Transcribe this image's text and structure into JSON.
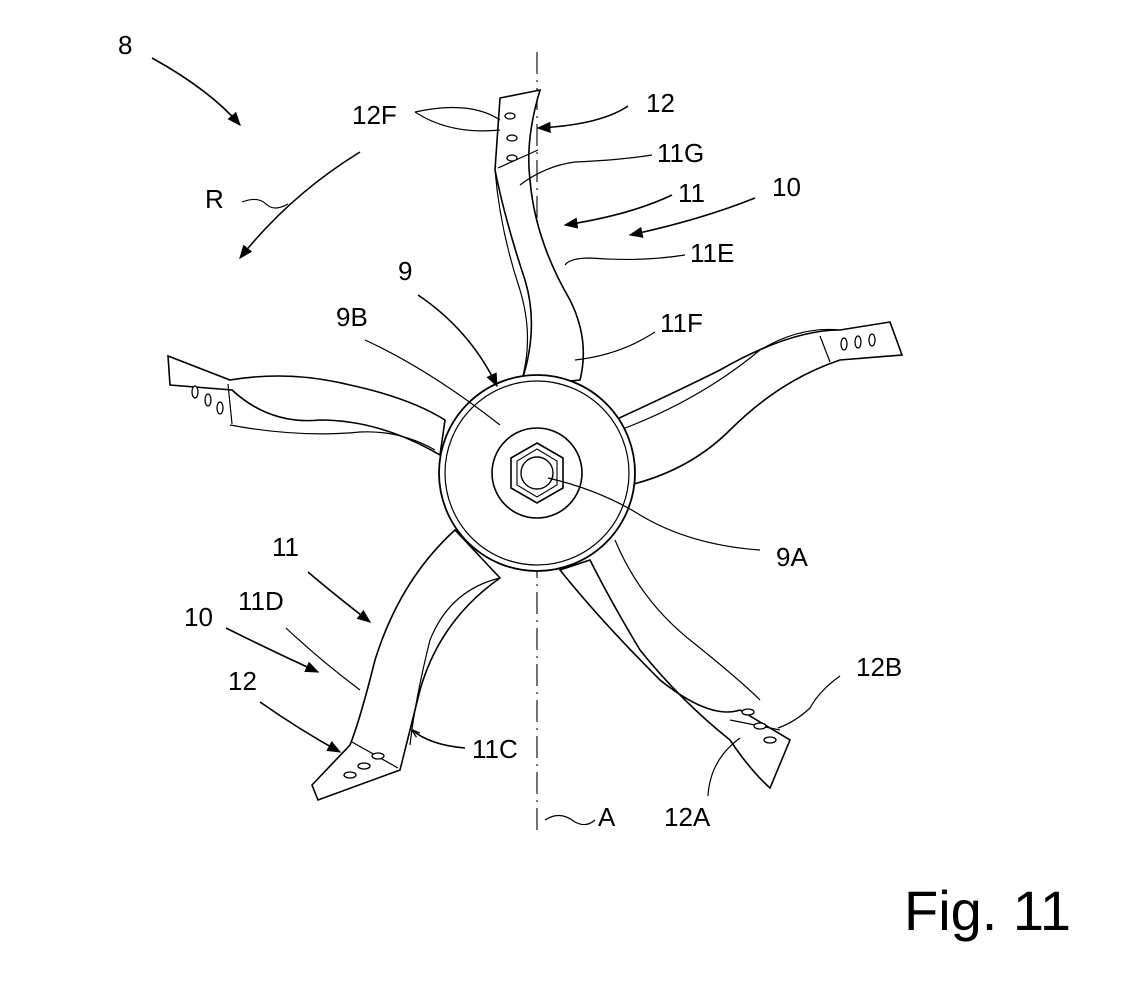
{
  "figure": {
    "caption": "Fig. 11",
    "labels": {
      "l8": "8",
      "lR": "R",
      "l12F": "12F",
      "l12_top": "12",
      "l11G": "11G",
      "l11_top": "11",
      "l10_top": "10",
      "l11E": "11E",
      "l9": "9",
      "l9B": "9B",
      "l11F": "11F",
      "l9A": "9A",
      "l11_bot": "11",
      "l11D": "11D",
      "l10_bot": "10",
      "l12_bot": "12",
      "l11C": "11C",
      "lA": "A",
      "l12A": "12A",
      "l12B": "12B"
    }
  }
}
